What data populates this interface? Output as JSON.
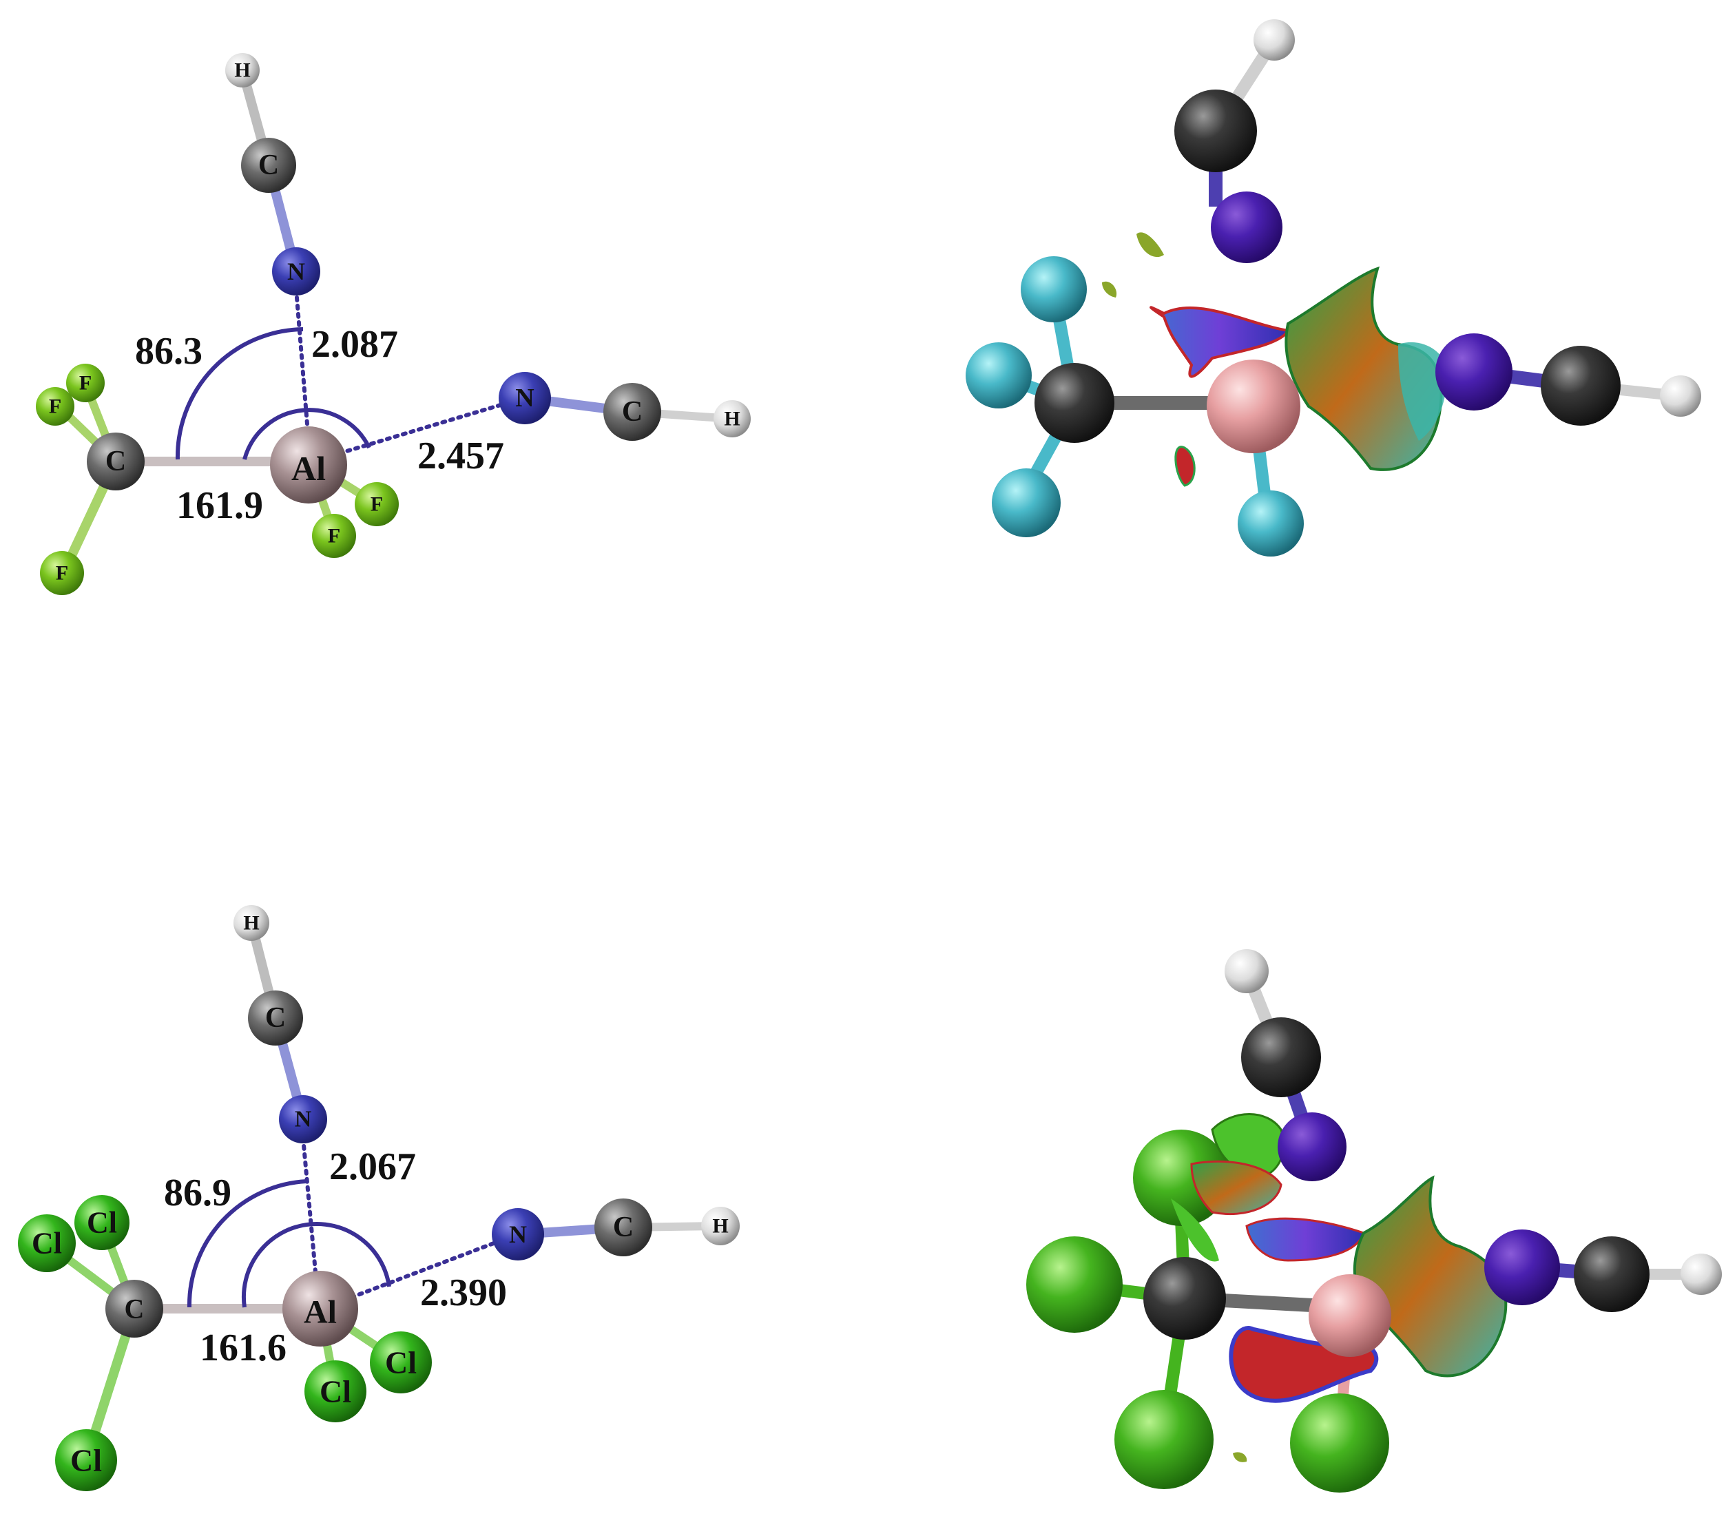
{
  "panels": [
    {
      "id": "cf3alf3",
      "atoms": {
        "h_top": "H",
        "c_top": "C",
        "n_top": "N",
        "f1": "F",
        "f2": "F",
        "f3": "F",
        "c_main": "C",
        "al": "Al",
        "f_al1": "F",
        "f_al2": "F",
        "n_right": "N",
        "c_right": "C",
        "h_right": "H"
      },
      "measurements": {
        "angle_n_al_c": "86.3",
        "dist_al_n_top": "2.087",
        "dist_al_n_right": "2.457",
        "angle_c_al_n": "161.9"
      }
    },
    {
      "id": "ccl3alcl3",
      "atoms": {
        "h_top": "H",
        "c_top": "C",
        "n_top": "N",
        "cl1": "Cl",
        "cl2": "Cl",
        "cl3": "Cl",
        "c_main": "C",
        "al": "Al",
        "cl_al1": "Cl",
        "cl_al2": "Cl",
        "n_right": "N",
        "c_right": "C",
        "h_right": "H"
      },
      "measurements": {
        "angle_n_al_c": "86.9",
        "dist_al_n_top": "2.067",
        "dist_al_n_right": "2.390",
        "angle_c_al_n": "161.6"
      }
    }
  ],
  "colors": {
    "carbon": "#4a4a4a",
    "nitrogen": "#2b2f9a",
    "hydrogen": "#e0e0e0",
    "fluorine": "#7ac41e",
    "chlorine": "#33b51c",
    "aluminium": "#a89294",
    "arc": "#3a2f95",
    "nci_green": "#2aa34a",
    "nci_blue": "#3b3bc8",
    "nci_red": "#c3262a",
    "nci_teal": "#3bb5a8"
  }
}
